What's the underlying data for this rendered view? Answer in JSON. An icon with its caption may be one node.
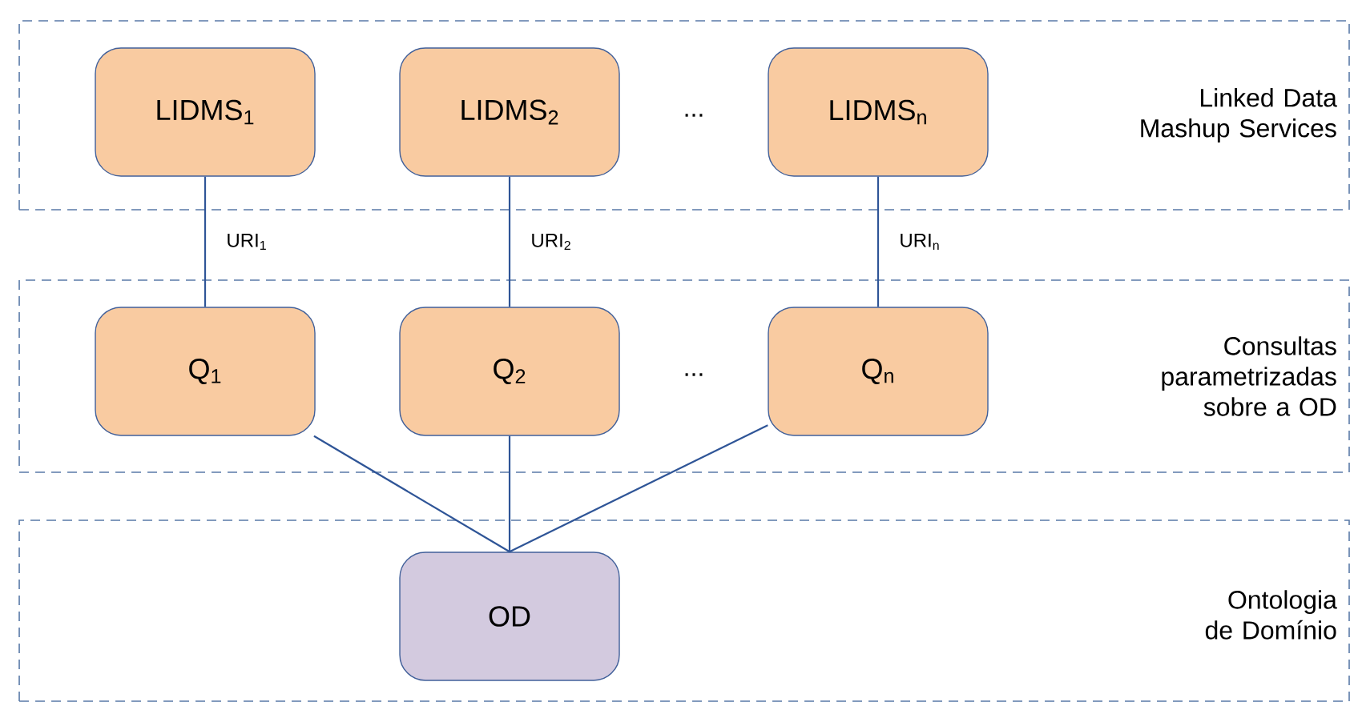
{
  "diagram": {
    "nodes": [
      {
        "text": [
          "Linked Data Mashup Services"
        ]
      },
      {
        "text": [
          "LIDMS$_{1}$"
        ],
        "in": 0
      },
      {
        "text": [
          "LIDMS$_{2}$"
        ],
        "in": 0
      },
      {
        "text": [
          "LIDMS$_{n}$"
        ],
        "in": 0
      },
      {
        "text": [
          "Consultas parametrizadas sobre a OD"
        ]
      },
      {
        "text": [
          "Q$_{1}$"
        ],
        "in": 4
      },
      {
        "text": [
          "Q$_{2}$"
        ],
        "in": 4
      },
      {
        "text": [
          "Q$_{n}$"
        ],
        "in": 4
      },
      {
        "text": [
          "Ontologia de Domínio"
        ]
      },
      {
        "text": [
          "OD"
        ],
        "in": 8
      }
    ],
    "edges": [
      {
        "from": 1,
        "to": 5,
        "arrow": "none",
        "label": "URI$_{1}$"
      },
      {
        "from": 2,
        "to": 6,
        "arrow": "none",
        "label": "URI$_{2}$"
      },
      {
        "from": 3,
        "to": 7,
        "arrow": "none",
        "label": "URI$_{n}$"
      },
      {
        "from": 5,
        "to": 9,
        "arrow": "none"
      },
      {
        "from": 6,
        "to": 9,
        "arrow": "none"
      },
      {
        "from": 7,
        "to": 9,
        "arrow": "none"
      }
    ],
    "labels": [
      "...",
      "..."
    ]
  }
}
